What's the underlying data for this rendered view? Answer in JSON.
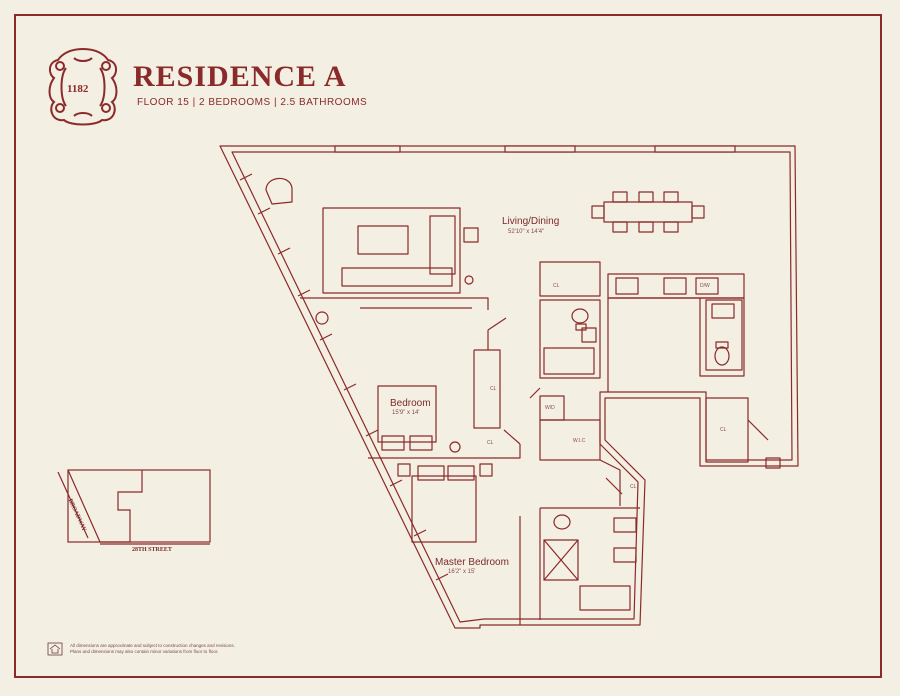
{
  "residence": {
    "title": "RESIDENCE A",
    "subtitle": "FLOOR 15 | 2 BEDROOMS | 2.5 BATHROOMS"
  },
  "logo": {
    "text": "1182",
    "icon": "ornate-seal-icon"
  },
  "rooms": {
    "living_dining": {
      "name": "Living/Dining",
      "dims": "52'10\" x 14'4\""
    },
    "bedroom": {
      "name": "Bedroom",
      "dims": "15'9\" x 14'"
    },
    "master_bedroom": {
      "name": "Master Bedroom",
      "dims": "16'2\" x 15'"
    },
    "closet": "CL",
    "wic": "W.I.C",
    "wd": "W/D",
    "dw": "D/W"
  },
  "keyplan": {
    "street_a": "BROADWAY",
    "street_b": "28TH STREET"
  },
  "disclaimer": {
    "line1": "All dimensions are approximate and subject to construction changes and revisions.",
    "line2": "Plans and dimensions may also contain minor variations from floor to floor."
  },
  "colors": {
    "line": "#8a2a2a",
    "background": "#f4efe3"
  }
}
